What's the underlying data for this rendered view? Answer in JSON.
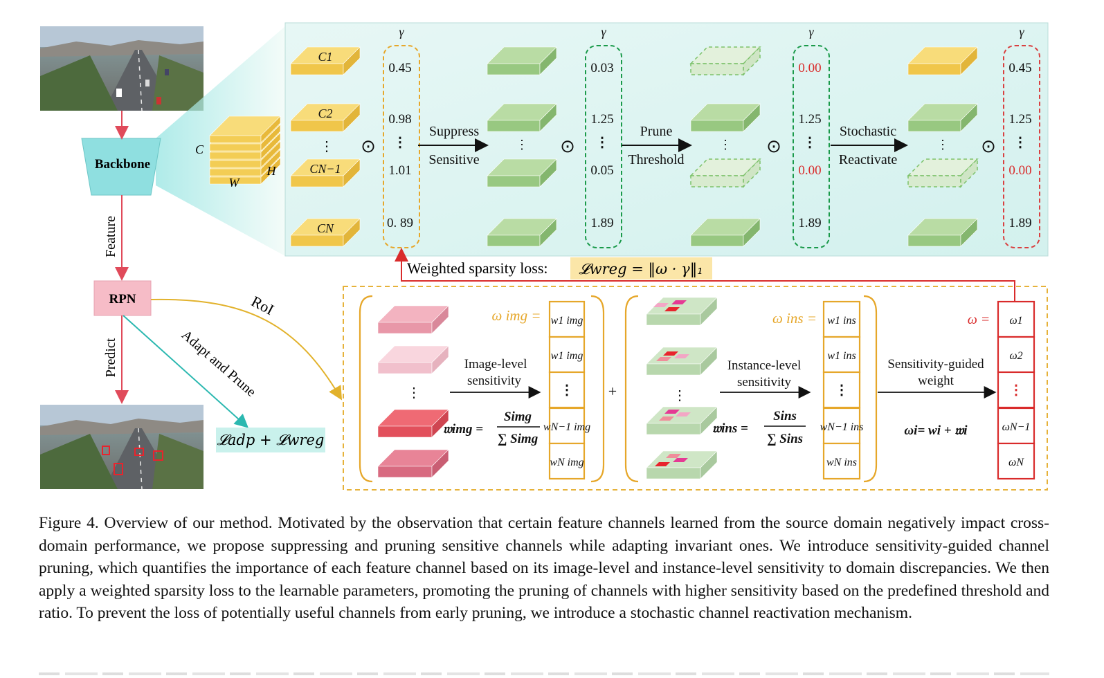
{
  "figure": {
    "backbone_label": "Backbone",
    "rpn_label": "RPN",
    "feature_label": "Feature",
    "predict_label": "Predict",
    "roi_label": "RoI",
    "adapt_label": "Adapt and Prune",
    "loss_label": "𝓛adp + 𝓛wreg",
    "tensor_dims": {
      "c": "C",
      "w": "W",
      "h": "H"
    },
    "channel_labels": [
      "C1",
      "C2",
      "⋮",
      "CN−1",
      "CN"
    ],
    "odot": "⊙",
    "gamma": "γ",
    "gamma_columns": [
      {
        "values": [
          "0.45",
          "0.98",
          "⋮",
          "1.01",
          "0. 89"
        ],
        "red": [
          false,
          false,
          false,
          false,
          false
        ]
      },
      {
        "values": [
          "0.03",
          "1.25",
          "⋮",
          "0.05",
          "1.89"
        ],
        "red": [
          false,
          false,
          false,
          false,
          false
        ]
      },
      {
        "values": [
          "0.00",
          "1.25",
          "⋮",
          "0.00",
          "1.89"
        ],
        "red": [
          true,
          false,
          false,
          true,
          false
        ]
      },
      {
        "values": [
          "0.45",
          "1.25",
          "⋮",
          "0.00",
          "1.89"
        ],
        "red": [
          false,
          false,
          false,
          true,
          false
        ]
      }
    ],
    "steps": [
      {
        "line1": "Suppress",
        "line2": "Sensitive"
      },
      {
        "line1": "Prune",
        "line2": "Threshold"
      },
      {
        "line1": "Stochastic",
        "line2": "Reactivate"
      }
    ],
    "wsl_prefix": "Weighted sparsity loss: ",
    "wsl_formula": "𝓛wreg = ‖ω · γ‖₁",
    "image_level": {
      "label1": "Image-level",
      "label2": "sensitivity",
      "omega": "ω img =",
      "vector": [
        "w1 img",
        "w1 img",
        "⋮",
        "wN−1 img",
        "wN img"
      ],
      "formula_lhs": "𝔴img =",
      "num": "Simg",
      "den": "∑ Simg"
    },
    "instance_level": {
      "label1": "Instance-level",
      "label2": "sensitivity",
      "omega": "ω ins =",
      "vector": [
        "w1 ins",
        "w1 ins",
        "⋮",
        "wN−1 ins",
        "wN ins"
      ],
      "formula_lhs": "𝔴ins =",
      "num": "Sins",
      "den": "∑ Sins"
    },
    "plus": "+",
    "sgw": {
      "label1": "Sensitivity-guided",
      "label2": "weight",
      "formula": "ωi= wi + 𝔴i"
    },
    "omega_final": {
      "label": "ω =",
      "vector": [
        "ω1",
        "ω2",
        "⋮",
        "ωN−1",
        "ωN"
      ]
    },
    "colors": {
      "yellow": "#f6d36b",
      "green": "#9fcb86",
      "teal": "#8fdfe0",
      "pink": "#f6bcc7",
      "red": "#d92b2b",
      "orange": "#e6a72a",
      "dash_green": "#1a9a4a"
    }
  },
  "caption": "Figure 4. Overview of our method. Motivated by the observation that certain feature channels learned from the source domain negatively impact cross-domain performance, we propose suppressing and pruning sensitive channels while adapting invariant ones. We introduce sensitivity-guided channel pruning, which quantifies the importance of each feature channel based on its image-level and instance-level sensitivity to domain discrepancies. We then apply a weighted sparsity loss to the learnable parameters, promoting the pruning of channels with higher sensitivity based on the predefined threshold and ratio. To prevent the loss of potentially useful channels from early pruning, we introduce a stochastic channel reactivation mechanism."
}
